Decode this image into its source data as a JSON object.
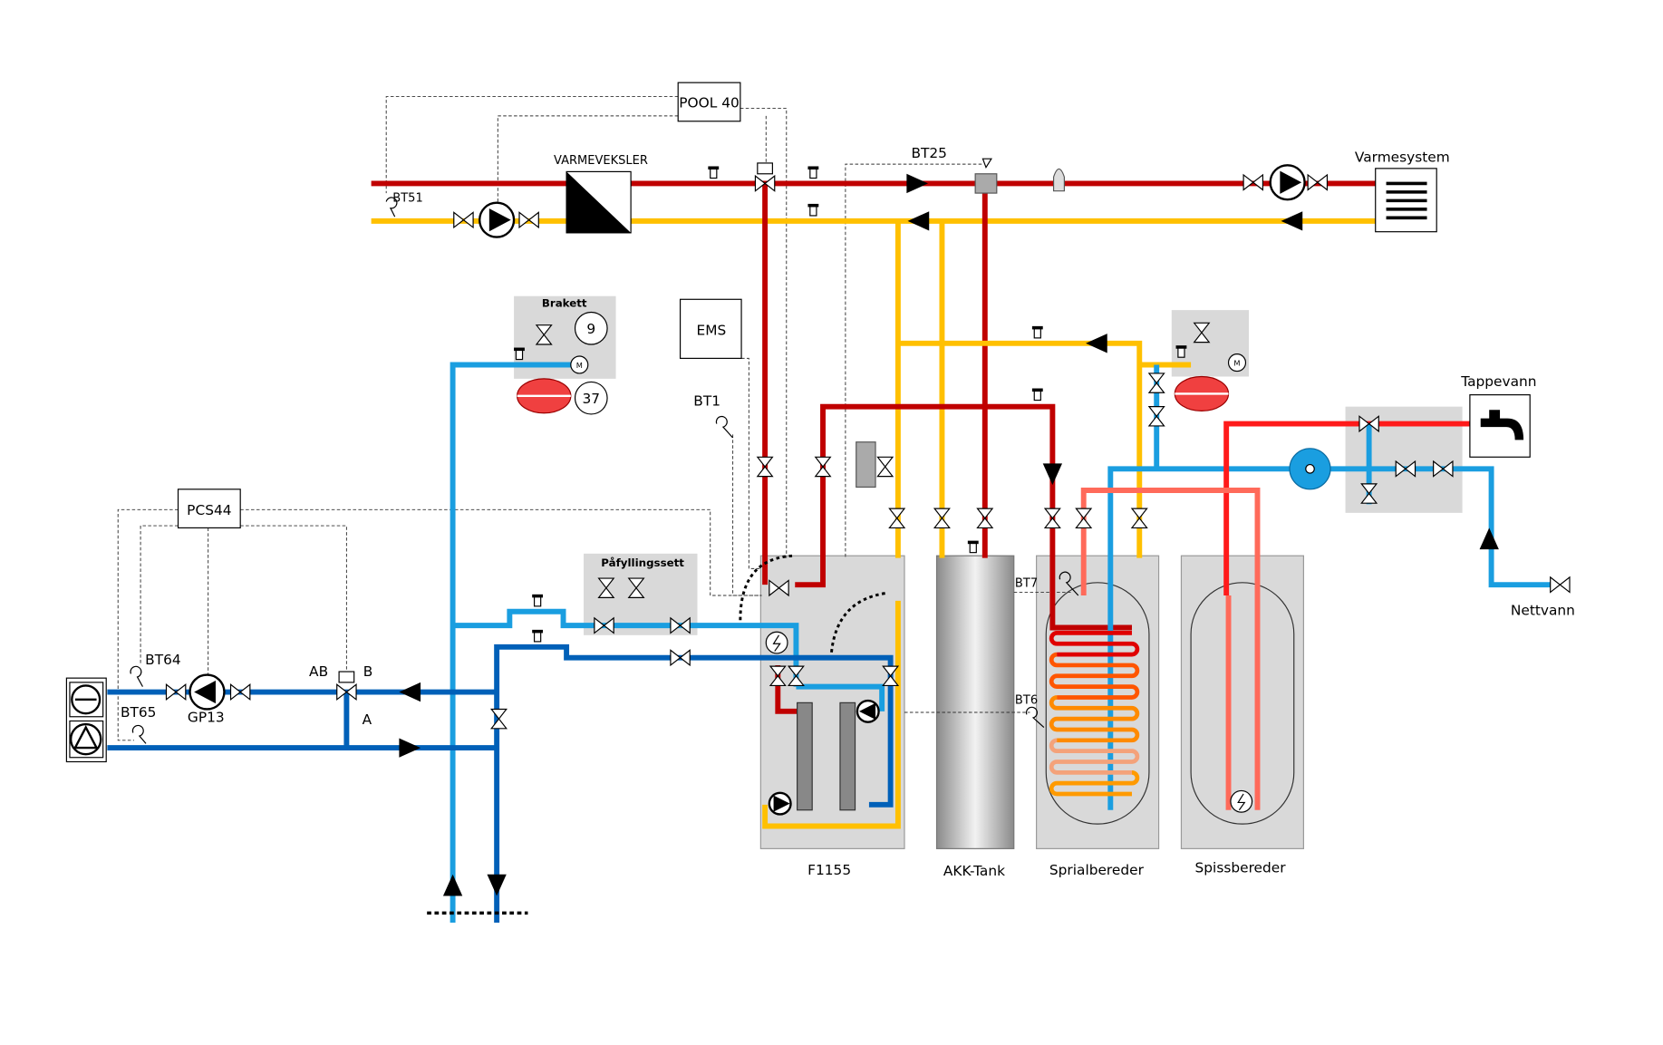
{
  "colors": {
    "supply_red": "#c00000",
    "return_yellow": "#ffc000",
    "brine_blue": "#1a9ee0",
    "brine_dark_blue": "#0060b8",
    "hot_water_red": "#ff1a1a",
    "light_red": "#ff6a5a",
    "group_box_gray": "#d9d9d9"
  },
  "labels": {
    "pool40": "POOL 40",
    "varmeveksler": "VARMEVEKSLER",
    "bt51": "BT51",
    "bt25": "BT25",
    "varmesystem": "Varmesystem",
    "ems": "EMS",
    "brakett": "Brakett",
    "brakett_9": "9",
    "brakett_37": "37",
    "bt1": "BT1",
    "pcs44": "PCS44",
    "pafyllingssett": "Påfyllingssett",
    "bt64": "BT64",
    "bt65": "BT65",
    "gp13": "GP13",
    "ab": "AB",
    "b": "B",
    "a": "A",
    "bt7": "BT7",
    "bt6": "BT6",
    "tappevann": "Tappevann",
    "nettvann": "Nettvann"
  },
  "units": [
    {
      "name": "F1155"
    },
    {
      "name": "AKK-Tank"
    },
    {
      "name": "Sprialbereder"
    },
    {
      "name": "Spissbereder"
    }
  ],
  "icons": [
    "pump-icon",
    "valve-icon",
    "three-way-valve-icon",
    "expansion-vessel-icon",
    "heat-exchanger-icon",
    "radiator-icon",
    "tap-icon",
    "temperature-sensor-icon",
    "air-vent-icon",
    "motor-icon",
    "immersion-heater-icon",
    "flow-arrow-icon",
    "outdoor-unit-icon"
  ]
}
